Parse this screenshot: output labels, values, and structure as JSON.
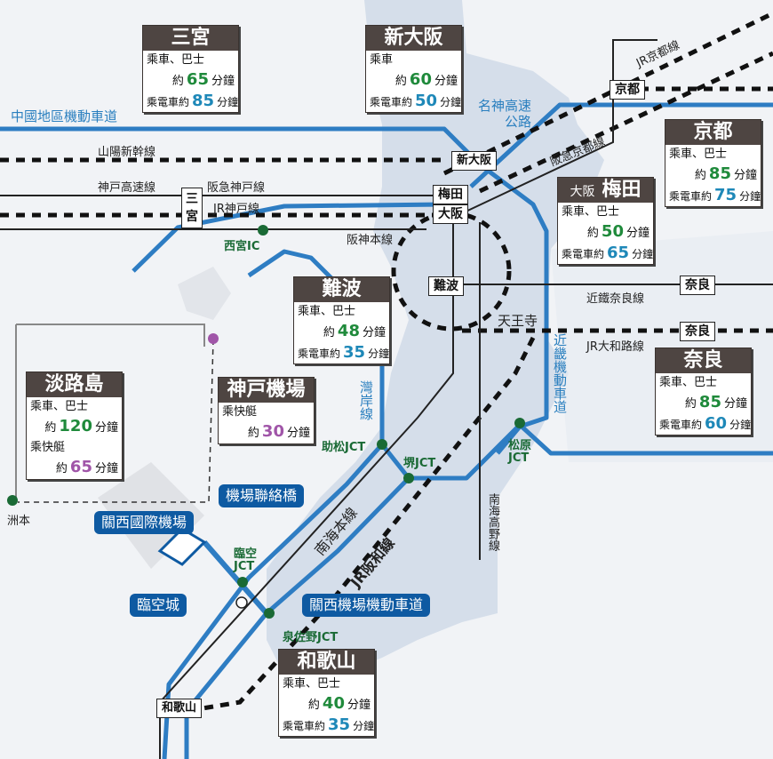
{
  "map": {
    "title": "Kansai travel-time map",
    "colors": {
      "expressway": "#2e7dc3",
      "junction": "#1a6a35",
      "card_header": "#4e4542",
      "bus_time": "#1f8a3b",
      "train_time": "#1e88b8",
      "ferry_time": "#a055a8",
      "sea": "#d5deea",
      "land": "#f1f3f6"
    }
  },
  "cards": {
    "sannomiya": {
      "title": "三宮",
      "line1": "乘車、巴士",
      "approx": "約",
      "bus_minutes": "65",
      "unit": "分鐘",
      "train_prefix": "乘電車約",
      "train_minutes": "85"
    },
    "shin_osaka": {
      "title": "新大阪",
      "line1": "乘車",
      "approx": "約",
      "bus_minutes": "60",
      "unit": "分鐘",
      "train_prefix": "乘電車約",
      "train_minutes": "50"
    },
    "kyoto": {
      "title": "京都",
      "line1": "乘車、巴士",
      "approx": "約",
      "bus_minutes": "85",
      "unit": "分鐘",
      "train_prefix": "乘電車約",
      "train_minutes": "75"
    },
    "umeda": {
      "prefix": "大阪",
      "title": "梅田",
      "line1": "乘車、巴士",
      "approx": "約",
      "bus_minutes": "50",
      "unit": "分鐘",
      "train_prefix": "乘電車約",
      "train_minutes": "65"
    },
    "namba": {
      "title": "難波",
      "line1": "乘車、巴士",
      "approx": "約",
      "bus_minutes": "48",
      "unit": "分鐘",
      "train_prefix": "乘電車約",
      "train_minutes": "35"
    },
    "nara": {
      "title": "奈良",
      "line1": "乘車、巴士",
      "approx": "約",
      "bus_minutes": "85",
      "unit": "分鐘",
      "train_prefix": "乘電車約",
      "train_minutes": "60"
    },
    "kobe_airport": {
      "title": "神戸機場",
      "line1": "乘快艇",
      "approx": "約",
      "ferry_minutes": "30",
      "unit": "分鐘"
    },
    "awaji": {
      "title": "淡路島",
      "line1": "乘車、巴士",
      "approx": "約",
      "bus_minutes": "120",
      "unit": "分鐘",
      "line3": "乘快艇",
      "ferry_minutes": "65"
    },
    "wakayama": {
      "title": "和歌山",
      "line1": "乘車、巴士",
      "approx": "約",
      "bus_minutes": "40",
      "unit": "分鐘",
      "train_prefix": "乘電車約",
      "train_minutes": "35"
    }
  },
  "stations": {
    "kyoto": "京都",
    "shin_osaka": "新大阪",
    "umeda": "梅田",
    "osaka": "大阪",
    "namba": "難波",
    "tennoji": "天王寺",
    "nara1": "奈良",
    "nara2": "奈良",
    "sannomiya": "三宮",
    "wakayama": "和歌山"
  },
  "lines": {
    "chugoku_expwy": "中國地區機動車道",
    "sanyo_shinkansen": "山陽新幹線",
    "kobe_kosoku": "神戸高速線",
    "hankyu_kobe": "阪急神戸線",
    "jr_kobe": "JR神戸線",
    "hanshin_main": "阪神本線",
    "jr_kyoto": "JR京都線",
    "hankyu_kyoto": "阪急京都線",
    "meishin": "名神高速公路",
    "kintetsu_nara": "近鐵奈良線",
    "jr_yamatoji": "JR大和路線",
    "kinki_expwy": "近畿機動車道",
    "wangan": "灣岸線",
    "nankai_main": "南海本線",
    "jr_hanwa": "JR阪和線",
    "nankai_koya": "南海高野線"
  },
  "junctions": {
    "nishinomiya": "西宮IC",
    "sukematsu": "助松JCT",
    "sakai": "堺JCT",
    "matsubara_1": "松原",
    "matsubara_2": "JCT",
    "rinku_1": "臨空",
    "rinku_2": "JCT",
    "izumisano": "泉佐野JCT"
  },
  "callouts": {
    "kix": "關西國際機場",
    "bridge": "機場聯絡橋",
    "rinku_town": "臨空城",
    "kix_expwy": "關西機場機動車道"
  },
  "places": {
    "sumoto": "洲本"
  }
}
